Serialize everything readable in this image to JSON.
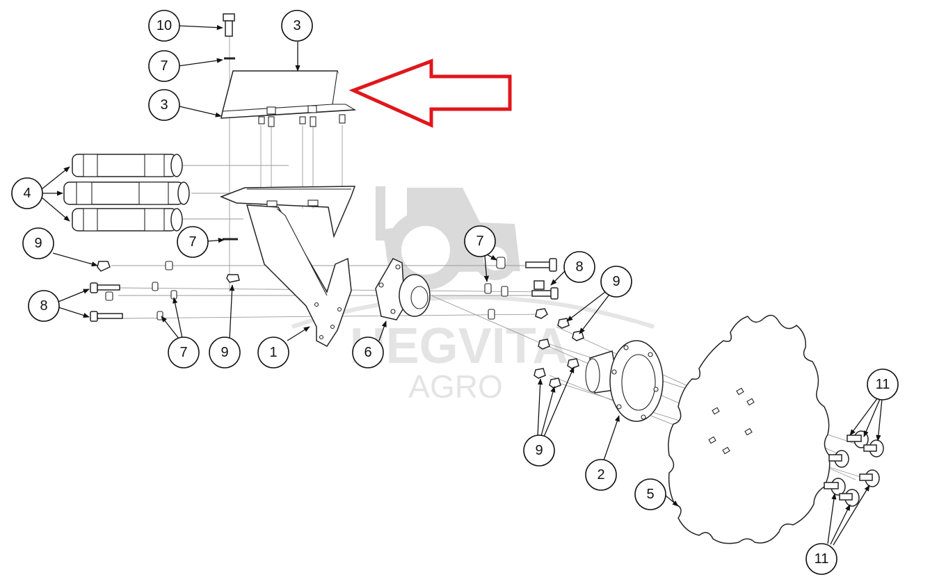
{
  "diagram": {
    "callouts": [
      "10",
      "3",
      "7",
      "3",
      "4",
      "9",
      "7",
      "8",
      "7",
      "9",
      "1",
      "6",
      "7",
      "8",
      "9",
      "9",
      "2",
      "5",
      "11",
      "11"
    ]
  },
  "watermark": {
    "brand": "HEGVITA",
    "sub": "AGRO"
  },
  "highlight": {
    "color": "#e0161c"
  }
}
